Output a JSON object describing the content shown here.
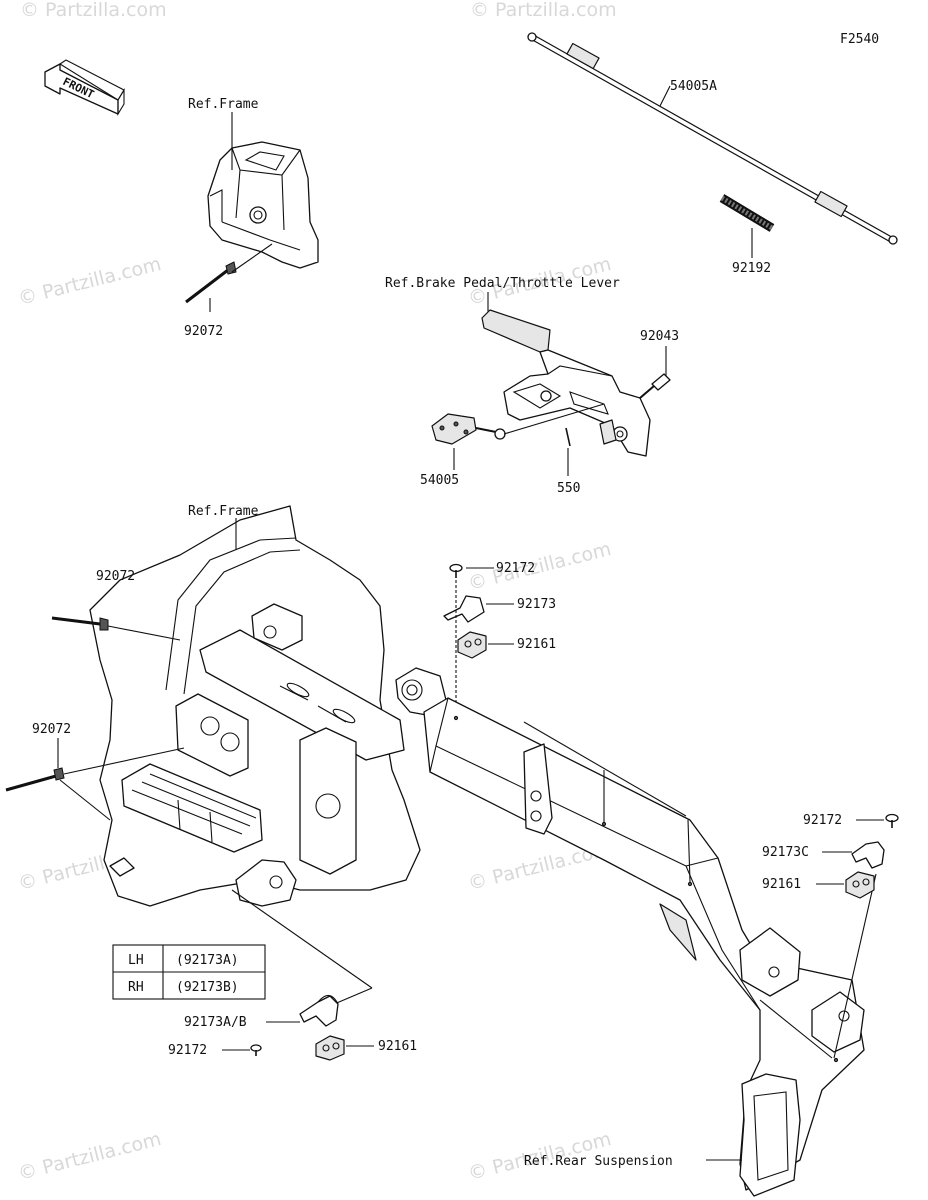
{
  "figure_code": "F2540",
  "front_label": "FRONT",
  "watermark": "© Partzilla.com",
  "refs": {
    "frame_top": "Ref.Frame",
    "frame_main": "Ref.Frame",
    "brake_pedal": "Ref.Brake Pedal/Throttle Lever",
    "rear_suspension": "Ref.Rear Suspension"
  },
  "parts": {
    "cable_main": "54005A",
    "spring": "92192",
    "clamp_top": "92072",
    "bolt_pedal": "92043",
    "cable_assy": "54005",
    "pin": "550",
    "screw_center": "92172",
    "clamp_center": "92173",
    "grommet_center": "92161",
    "clamp_left_top": "92072",
    "clamp_left": "92072",
    "screw_right": "92172",
    "clamp_right": "92173C",
    "grommet_right": "92161",
    "clamp_bottom": "92173A/B",
    "screw_bottom": "92172",
    "grommet_bottom": "92161"
  },
  "side_table": {
    "rows": [
      {
        "side": "LH",
        "part": "(92173A)"
      },
      {
        "side": "RH",
        "part": "(92173B)"
      }
    ]
  }
}
